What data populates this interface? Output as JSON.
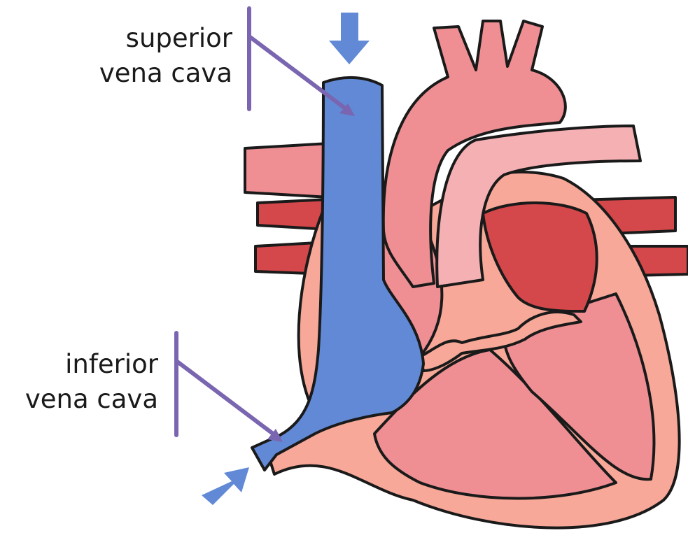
{
  "labels": {
    "superior_vena_cava": {
      "line1": "superior",
      "line2": "vena cava"
    },
    "inferior_vena_cava": {
      "line1": "inferior",
      "line2": "vena cava"
    }
  },
  "colors": {
    "deoxygenated_blood": "#6189d6",
    "heart_wall": "#f7a898",
    "heart_chamber": "#ef8f93",
    "heart_highlight": "#f4b0b3",
    "artery_red": "#d4474a",
    "outline": "#1a1a1a",
    "pointer": "#7a66b0"
  },
  "icons": {
    "superior_inflow": "arrow-down-icon",
    "inferior_inflow": "arrow-up-right-icon"
  }
}
